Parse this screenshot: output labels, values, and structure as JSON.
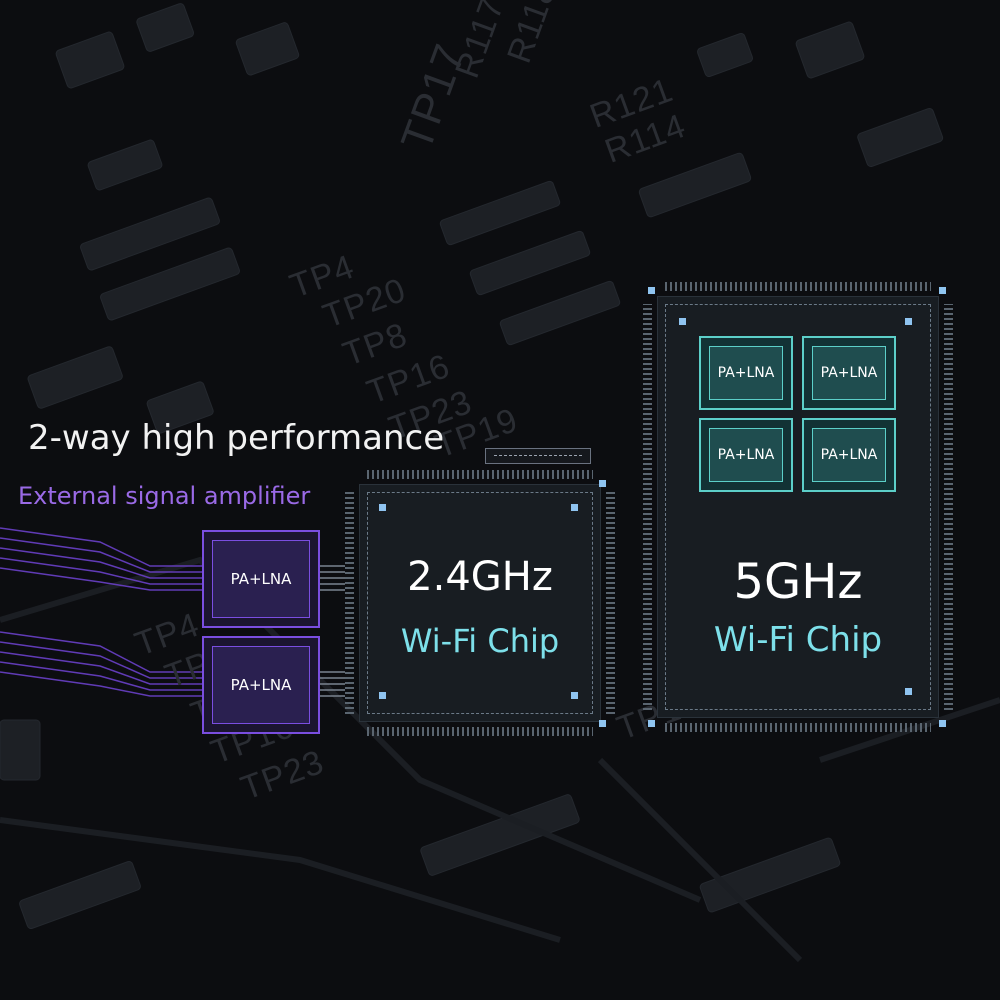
{
  "headline": "2-way high performance",
  "subline": "External signal amplifier",
  "background_labels": [
    "TP17",
    "R117",
    "R118",
    "R121",
    "R114",
    "TP4",
    "TP20",
    "TP8",
    "TP16",
    "TP23",
    "TP19",
    "TP4",
    "TP20",
    "TP8",
    "TP16",
    "TP23",
    "TP19"
  ],
  "chip_24": {
    "frequency": "2.4GHz",
    "label": "Wi-Fi Chip",
    "amplifiers": [
      "PA+LNA",
      "PA+LNA"
    ]
  },
  "chip_5": {
    "frequency": "5GHz",
    "label": "Wi-Fi Chip",
    "amplifiers": [
      "PA+LNA",
      "PA+LNA",
      "PA+LNA",
      "PA+LNA"
    ]
  },
  "colors": {
    "accent_purple": "#7a4ee0",
    "accent_teal": "#5ccfc9",
    "label_teal": "#7de0ea",
    "background": "#0c0d10"
  }
}
